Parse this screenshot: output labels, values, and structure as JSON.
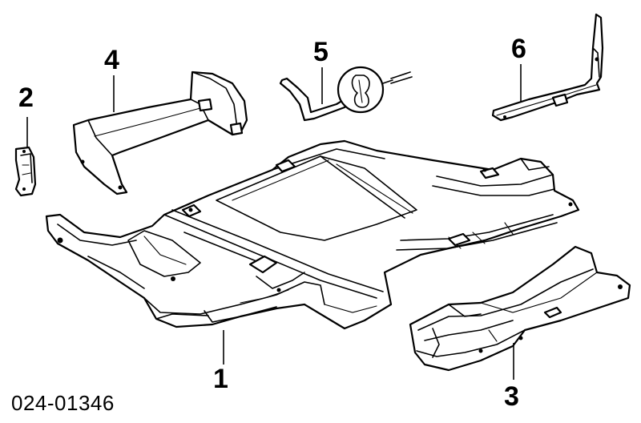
{
  "diagram": {
    "drawing_number": "024-01346",
    "callouts": [
      {
        "id": "1",
        "label": "1"
      },
      {
        "id": "2",
        "label": "2"
      },
      {
        "id": "3",
        "label": "3"
      },
      {
        "id": "4",
        "label": "4"
      },
      {
        "id": "5",
        "label": "5"
      },
      {
        "id": "6",
        "label": "6"
      }
    ],
    "colors": {
      "ink": "#000000",
      "paper": "#ffffff"
    }
  }
}
